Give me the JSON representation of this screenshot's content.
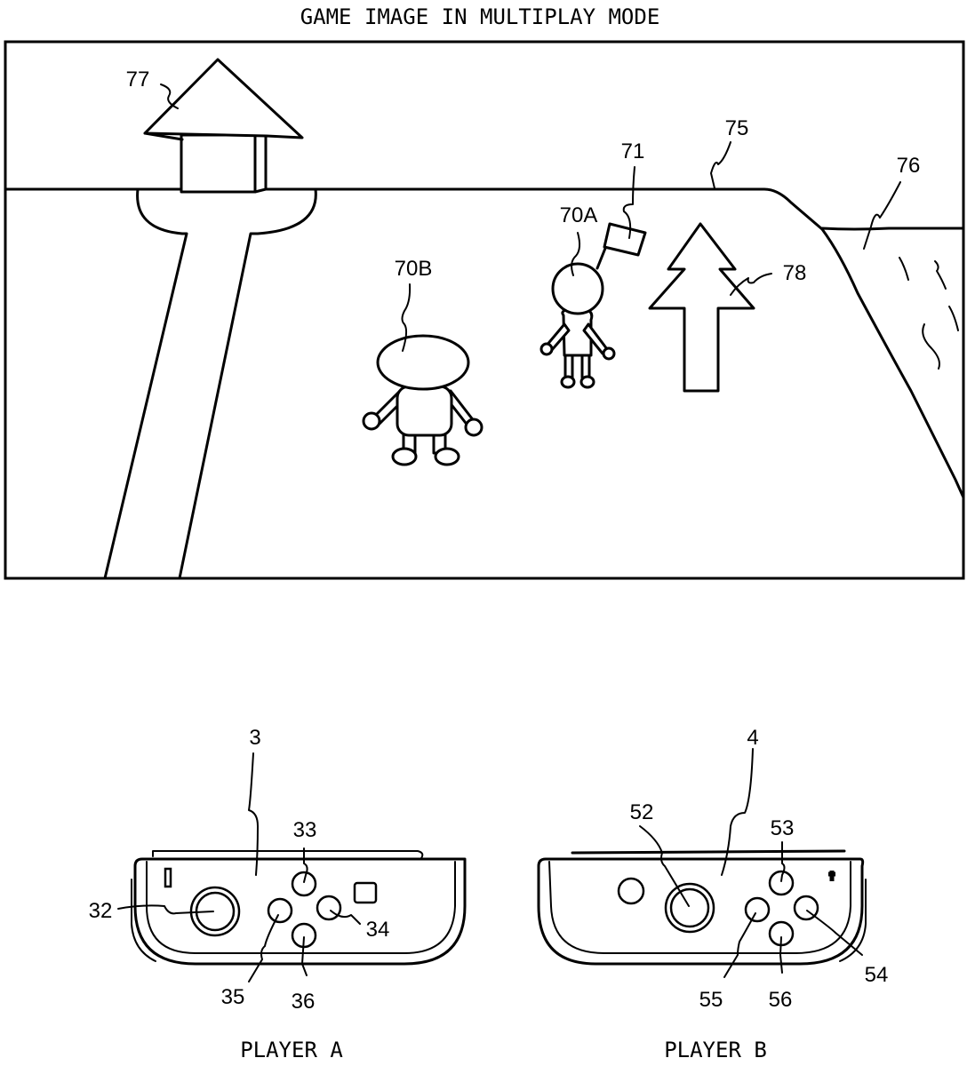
{
  "title": "GAME IMAGE IN MULTIPLAY MODE",
  "game_screen": {
    "labels": {
      "house": "77",
      "field": "75",
      "sea": "76",
      "player_a_character": "70A",
      "player_b_character": "70B",
      "flag": "71",
      "direction_arrow": "78"
    }
  },
  "controllers": [
    {
      "player_label": "PLAYER A",
      "controller_ref": "3",
      "parts": {
        "stick": "32",
        "button_up": "33",
        "button_right": "34",
        "button_left": "35",
        "button_down": "36"
      }
    },
    {
      "player_label": "PLAYER B",
      "controller_ref": "4",
      "parts": {
        "stick": "52",
        "button_up": "53",
        "button_right": "54",
        "button_left": "55",
        "button_down": "56"
      }
    }
  ]
}
